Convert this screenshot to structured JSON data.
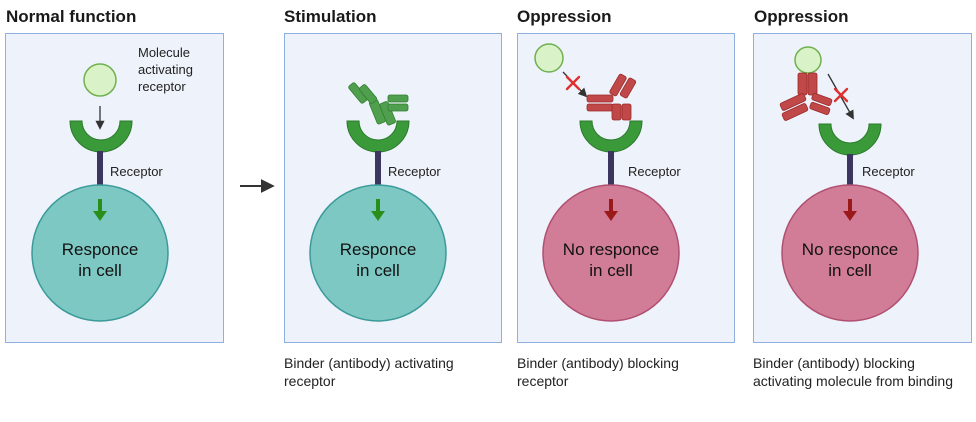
{
  "panels": [
    {
      "title": "Normal function",
      "molecule_label_lines": [
        "Molecule",
        "activating",
        "receptor"
      ],
      "receptor_label": "Receptor",
      "cell_text_lines": [
        "Responce",
        "in cell"
      ],
      "caption": ""
    },
    {
      "title": "Stimulation",
      "receptor_label": "Receptor",
      "cell_text_lines": [
        "Responce",
        "in cell"
      ],
      "caption": "Binder (antibody) activating receptor"
    },
    {
      "title": "Oppression",
      "receptor_label": "Receptor",
      "cell_text_lines": [
        "No responce",
        "in cell"
      ],
      "caption": "Binder (antibody) blocking receptor"
    },
    {
      "title": "Oppression",
      "receptor_label": "Receptor",
      "cell_text_lines": [
        "No responce",
        "in cell"
      ],
      "caption": "Binder (antibody) blocking activating molecule from binding"
    }
  ],
  "colors": {
    "receptor": "#3a9a3a",
    "stem": "#3b3560",
    "teal_cell": "#7ec8c4",
    "teal_cell_stroke": "#3a9a9a",
    "pink_cell": "#d27d98",
    "pink_cell_stroke": "#b04f70",
    "molecule": "#daf2c8",
    "molecule_stroke": "#6fb04f",
    "antibody_green": "#4f9f4f",
    "antibody_red": "#c04848",
    "arrow_green": "#2a8f1a",
    "arrow_red": "#9a1a1a",
    "block_x": "#e03030"
  }
}
